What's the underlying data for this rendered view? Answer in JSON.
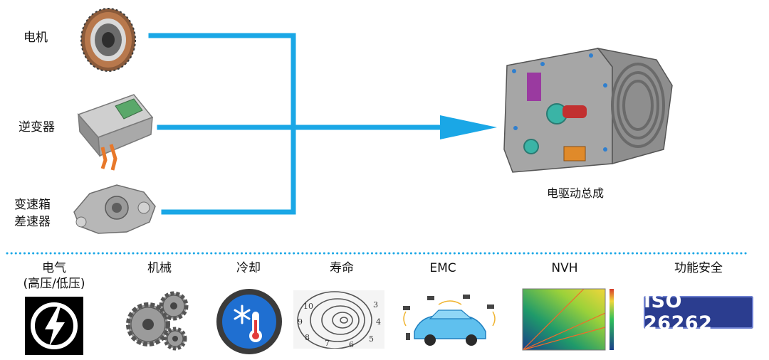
{
  "components": [
    {
      "label": "电机",
      "icon": "motor-icon"
    },
    {
      "label": "逆变器",
      "icon": "inverter-icon"
    },
    {
      "label": "变速箱\n差速器",
      "icon": "gearbox-icon"
    }
  ],
  "assembly": {
    "label": "电驱动总成",
    "icon": "edrive-assembly-icon"
  },
  "flow_color": "#1aa7e6",
  "categories": [
    {
      "label": "电气\n(高压/低压)",
      "icon": "lightning-icon"
    },
    {
      "label": "机械",
      "icon": "gears-icon"
    },
    {
      "label": "冷却",
      "icon": "snowflake-thermometer-icon"
    },
    {
      "label": "寿命",
      "icon": "spiral-clock-icon"
    },
    {
      "label": "EMC",
      "icon": "car-emc-icon"
    },
    {
      "label": "NVH",
      "icon": "nvh-spectrogram-icon"
    },
    {
      "label": "功能安全",
      "icon": "iso-26262-badge"
    }
  ],
  "iso_badge_text": "ISO 26262"
}
